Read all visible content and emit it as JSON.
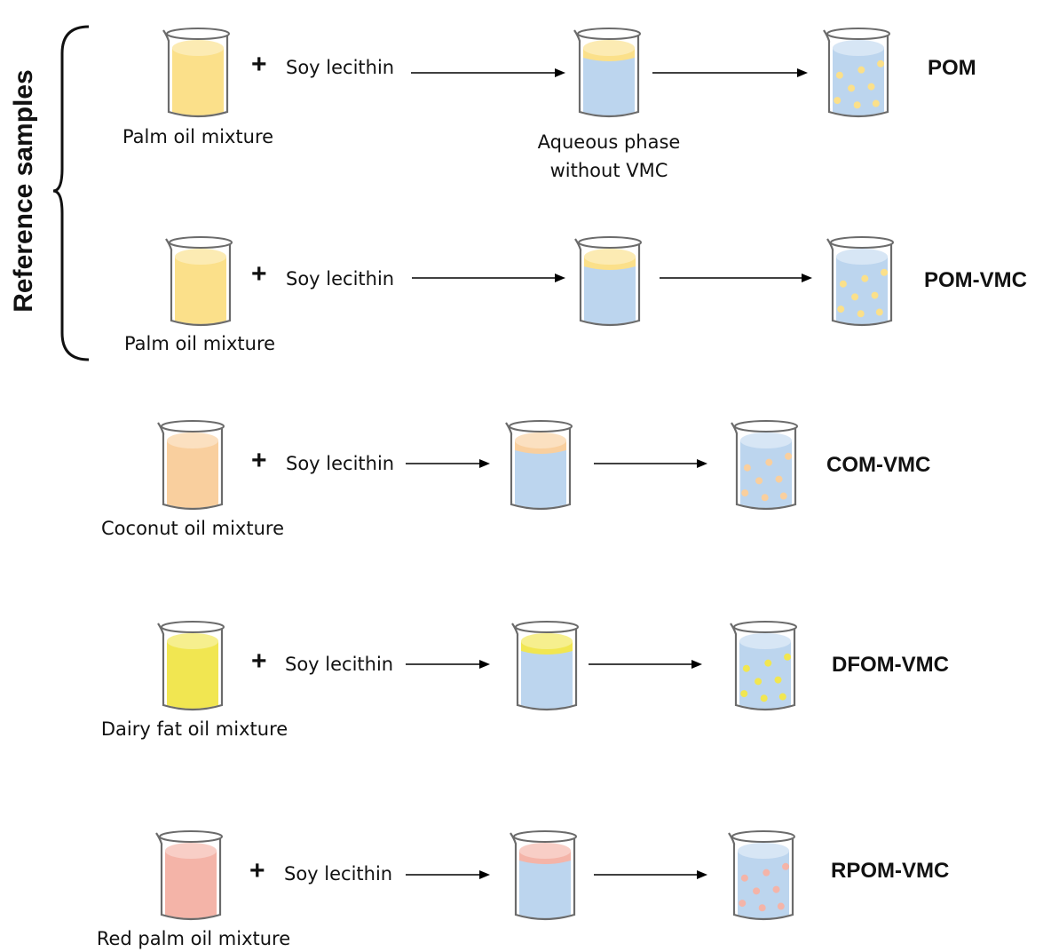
{
  "group_label": "Reference samples",
  "aqueous_phase_label": [
    "Aqueous phase",
    "without  VMC"
  ],
  "plus_sign": "+",
  "rows": [
    {
      "oil_label": "Palm oil mixture",
      "additive": "Soy lecithin",
      "product": "POM"
    },
    {
      "oil_label": "Palm oil mixture",
      "additive": "Soy lecithin",
      "product": "POM-VMC"
    },
    {
      "oil_label": "Coconut oil mixture",
      "additive": "Soy lecithin",
      "product": "COM-VMC"
    },
    {
      "oil_label": "Dairy fat oil mixture",
      "additive": "Soy lecithin",
      "product": "DFOM-VMC"
    },
    {
      "oil_label": "Red palm oil mixture",
      "additive": "Soy lecithin",
      "product": "RPOM-VMC"
    }
  ],
  "colors": {
    "palm_oil": "#fbe08a",
    "coconut_oil": "#f9cf9e",
    "dairy_fat": "#f1e651",
    "red_palm_oil": "#f4b4a8",
    "aqueous": "#bcd5ee",
    "glass_outline": "#6b6b6b",
    "arrow": "#000000"
  }
}
